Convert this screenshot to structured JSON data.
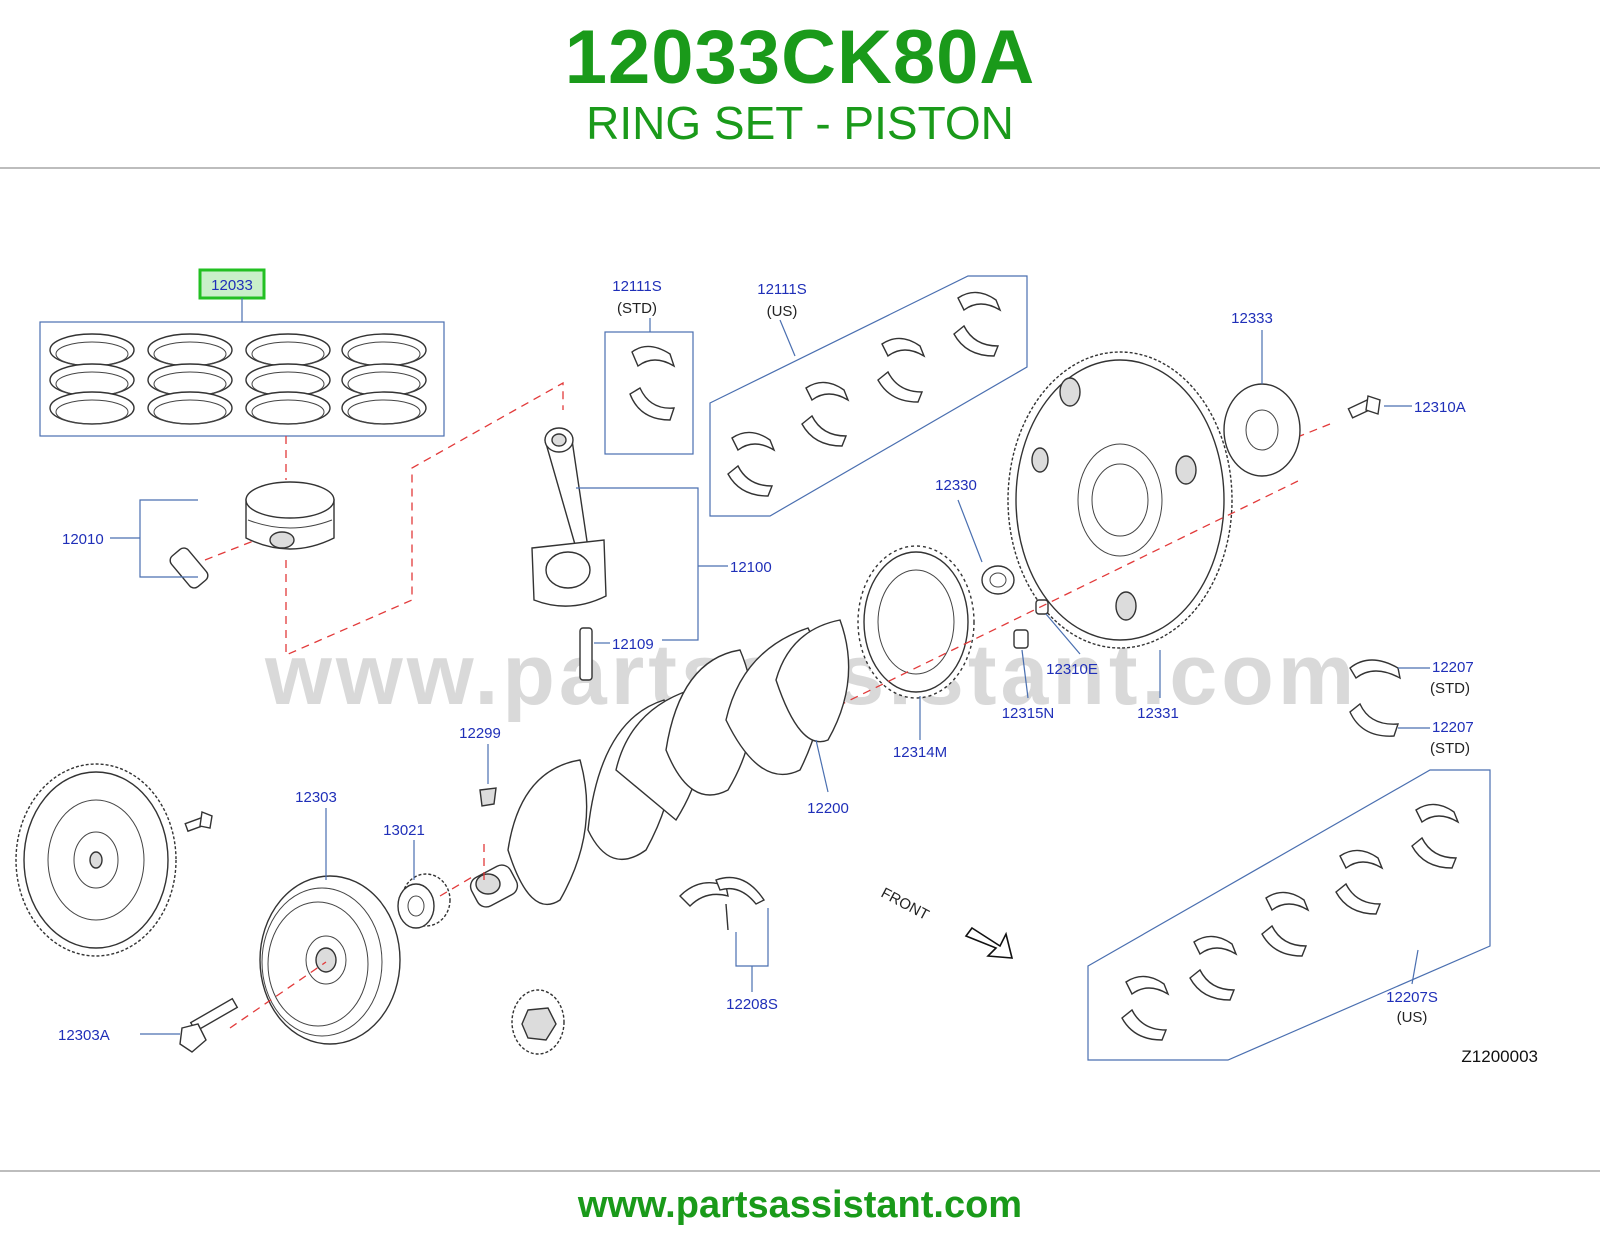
{
  "header": {
    "part_number": "12033CK80A",
    "part_name": "RING SET - PISTON"
  },
  "diagram": {
    "callouts": {
      "c12033": "12033",
      "c12010": "12010",
      "c12111s_std": "12111S",
      "std_note_1": "(STD)",
      "c12111s_us": "12111S",
      "us_note_1": "(US)",
      "c12100": "12100",
      "c12109": "12109",
      "c12333": "12333",
      "c12310a": "12310A",
      "c12330": "12330",
      "c12310e": "12310E",
      "c12315n": "12315N",
      "c12331": "12331",
      "c12314m": "12314M",
      "c12299": "12299",
      "c12200": "12200",
      "c12207_1": "12207",
      "std_note_2": "(STD)",
      "c12207_2": "12207",
      "std_note_3": "(STD)",
      "c12303": "12303",
      "c13021": "13021",
      "c12208s": "12208S",
      "c12207s": "12207S",
      "us_note_2": "(US)",
      "c12303a": "12303A"
    },
    "front_label": "FRONT",
    "reference_code": "Z1200003",
    "highlight_color": "#22c022"
  },
  "watermark": "www.partsassistant.com",
  "footer": {
    "url": "www.partsassistant.com"
  },
  "colors": {
    "title_green": "#1a9a1a",
    "callout_blue": "#1f2fb8",
    "leader_blue": "#4a6fb0",
    "dashed_red": "#e23a3a"
  }
}
